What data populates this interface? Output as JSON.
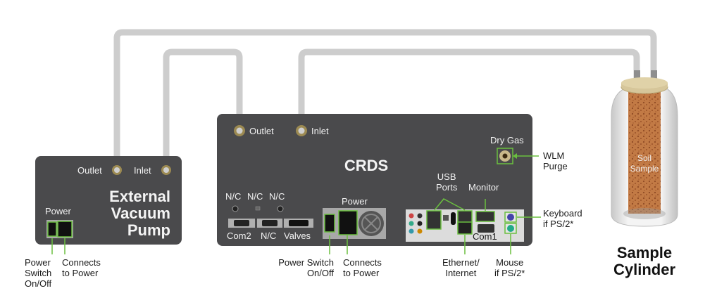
{
  "colors": {
    "panel": "#4a4a4c",
    "tube": "#cfcfcf",
    "fitting": "#9c8a52",
    "callout": "#6abf3f",
    "io_plate": "#d9d9d9",
    "soil": "#b5693a",
    "cap": "#d6c69a"
  },
  "pump": {
    "title_lines": [
      "External",
      "Vacuum",
      "Pump"
    ],
    "outlet": "Outlet",
    "inlet": "Inlet",
    "power_label": "Power",
    "callouts": {
      "switch": [
        "Power",
        "Switch",
        "On/Off"
      ],
      "connects": [
        "Connects",
        "to Power"
      ]
    }
  },
  "crds": {
    "title": "CRDS",
    "outlet": "Outlet",
    "inlet": "Inlet",
    "dry_gas": "Dry Gas",
    "nc_labels": [
      "N/C",
      "N/C",
      "N/C"
    ],
    "serial_labels": [
      "Com2",
      "N/C",
      "Valves"
    ],
    "power_label": "Power",
    "usb_label": [
      "USB",
      "Ports"
    ],
    "monitor_label": "Monitor",
    "com1_label": "Com1",
    "callouts": {
      "switch": [
        "Power Switch",
        "On/Off"
      ],
      "connects": [
        "Connects",
        "to Power"
      ],
      "ethernet": [
        "Ethernet/",
        "Internet"
      ],
      "mouse": [
        "Mouse",
        "if PS/2*"
      ],
      "keyboard": [
        "Keyboard",
        "if PS/2*"
      ],
      "wlm": [
        "WLM",
        "Purge"
      ]
    }
  },
  "cylinder": {
    "inner_label": [
      "Soil",
      "Sample"
    ],
    "title": [
      "Sample",
      "Cylinder"
    ]
  }
}
